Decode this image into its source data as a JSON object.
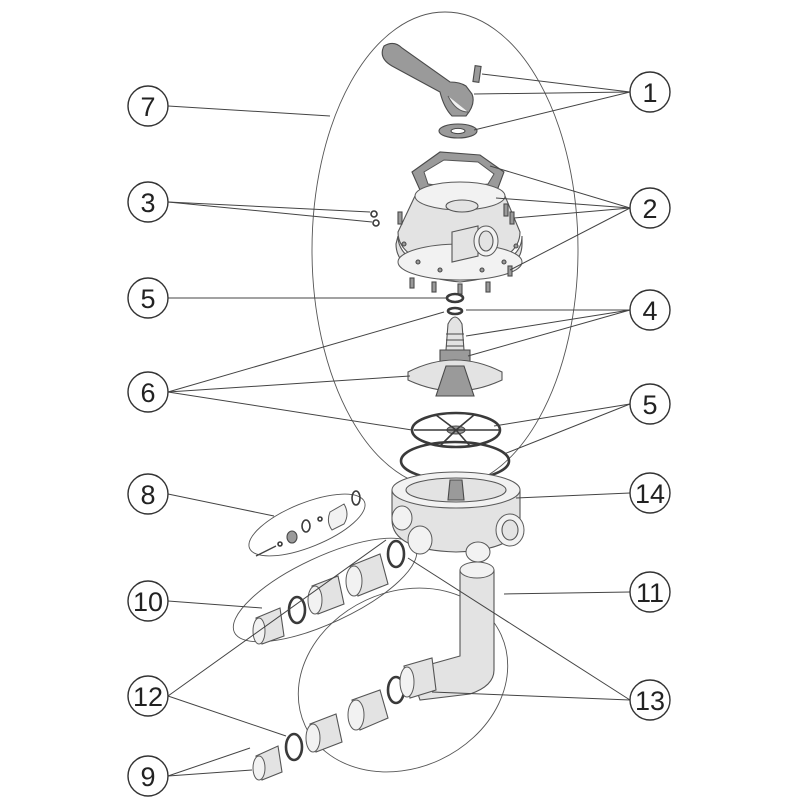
{
  "colors": {
    "line": "#444444",
    "part_fill": "#e3e3e3",
    "part_dark": "#9a9a9a",
    "background": "#ffffff"
  },
  "callouts": [
    {
      "id": "c1",
      "label": "1"
    },
    {
      "id": "c2",
      "label": "2"
    },
    {
      "id": "c3",
      "label": "3"
    },
    {
      "id": "c4",
      "label": "4"
    },
    {
      "id": "c5a",
      "label": "5"
    },
    {
      "id": "c5b",
      "label": "5"
    },
    {
      "id": "c6",
      "label": "6"
    },
    {
      "id": "c7",
      "label": "7"
    },
    {
      "id": "c8",
      "label": "8"
    },
    {
      "id": "c9",
      "label": "9"
    },
    {
      "id": "c10",
      "label": "10"
    },
    {
      "id": "c11",
      "label": "11"
    },
    {
      "id": "c12",
      "label": "12"
    },
    {
      "id": "c13",
      "label": "13"
    },
    {
      "id": "c14",
      "label": "14"
    }
  ]
}
